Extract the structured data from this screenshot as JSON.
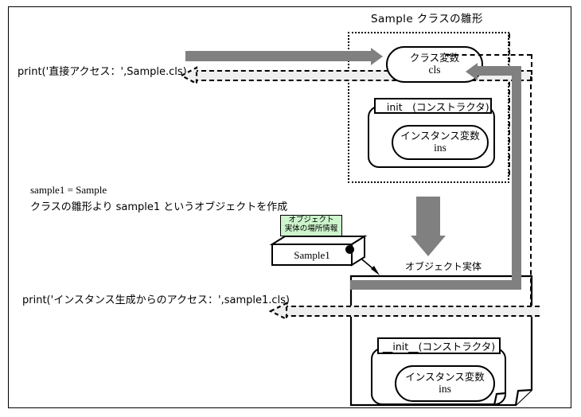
{
  "diagram": {
    "title": "Sample クラスの雛形",
    "left_code_1": "print('直接アクセス：',Sample.cls)",
    "left_note_1": "sample1 = Sample",
    "left_note_2": "クラスの雛形より sample1 というオブジェクトを作成",
    "left_code_2": "print('インスタンス生成からのアクセス：',sample1.cls)",
    "object_entity_label": "オブジェクト実体",
    "callout_line1": "オブジェクト",
    "callout_line2": "実体の場所情報",
    "sample_box_label": "Sample1",
    "class_var": {
      "name": "クラス変数",
      "value": "cls"
    },
    "init_label_top": "__init__(コンストラクタ)",
    "instance_var_top": {
      "name": "インスタンス変数",
      "value": "ins"
    },
    "init_label_bottom": "__init__(コンストラクタ)",
    "instance_var_bottom": {
      "name": "インスタンス変数",
      "value": "ins"
    },
    "colors": {
      "arrow_gray": "#808080",
      "return_fill": "#efefef",
      "callout_green": "#cdf5cd",
      "outline": "#000000",
      "background": "#ffffff"
    }
  }
}
